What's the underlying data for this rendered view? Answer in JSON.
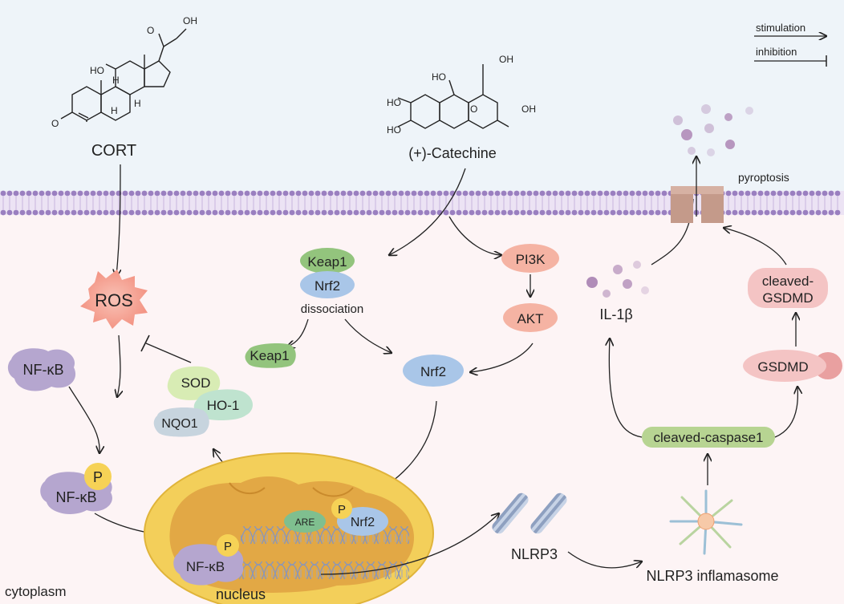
{
  "legend": {
    "stimulation": "stimulation",
    "inhibition": "inhibition"
  },
  "compounds": {
    "cort": {
      "label": "CORT",
      "atoms": [
        "OH",
        "O",
        "HO",
        "H",
        "H",
        "H",
        "O"
      ]
    },
    "catechine": {
      "label": "(+)-Catechine",
      "atoms": [
        "OH",
        "HO",
        "HO",
        "HO",
        "O",
        "OH"
      ]
    }
  },
  "labels": {
    "ros": "ROS",
    "nfkb": "NF-κB",
    "p": "P",
    "keap1": "Keap1",
    "nrf2": "Nrf2",
    "dissociation": "dissociation",
    "pi3k": "PI3K",
    "akt": "AKT",
    "sod": "SOD",
    "ho1": "HO-1",
    "nqo1": "NQO1",
    "are": "ARE",
    "nucleus": "nucleus",
    "cytoplasm": "cytoplasm",
    "nlrp3": "NLRP3",
    "inflammasome": "NLRP3 inflamasome",
    "caspase": "cleaved-caspase1",
    "gsdmd": "GSDMD",
    "cleaved_gsdmd_1": "cleaved-",
    "cleaved_gsdmd_2": "GSDMD",
    "il1b": "IL-1β",
    "pyroptosis": "pyroptosis"
  },
  "colors": {
    "extracellular_bg": "#eef4f9",
    "cytoplasm_bg": "#fdf4f5",
    "membrane": "#9a7fc0",
    "ros": "#f6a093",
    "keap1": "#93c47d",
    "nrf2": "#a9c6e8",
    "pi3k": "#f5b3a3",
    "nfkb": "#b5a6cf",
    "p_circle": "#f6d256",
    "nucleus_outer": "#f3cf5a",
    "nucleus_inner": "#e2a845",
    "caspase": "#b7d492",
    "gsdmd": "#f4c4c4",
    "vesicle": "#b08cb8"
  }
}
